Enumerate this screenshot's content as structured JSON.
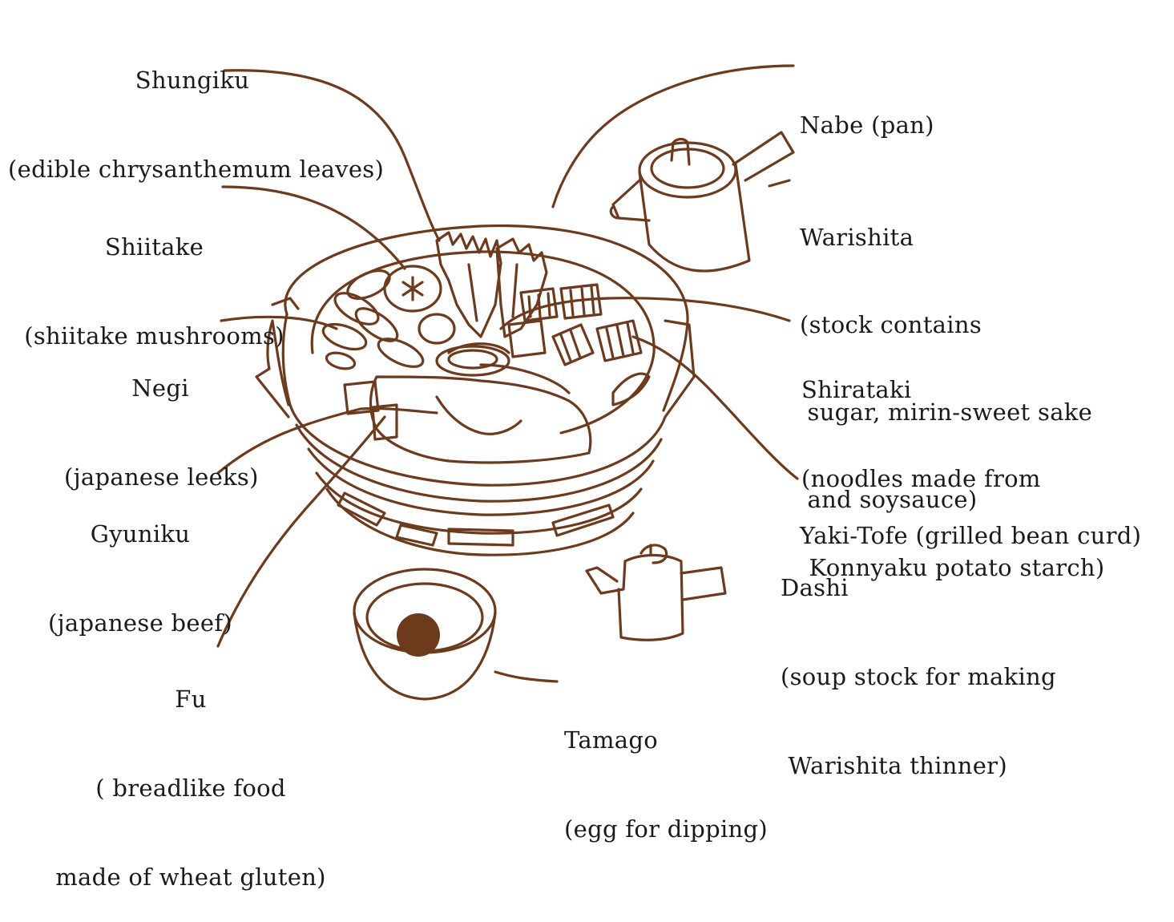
{
  "colors": {
    "ink": "#6e3a1c",
    "text": "#1a1a1a",
    "background": "#ffffff"
  },
  "icons": [
    "sukiyaki-pot-illustration",
    "warishita-saucepan-icon",
    "dashi-pitcher-icon",
    "tamago-bowl-icon"
  ],
  "labels": {
    "shungiku": {
      "name": "Shungiku",
      "desc": [
        "(edible chrysanthemum leaves)"
      ]
    },
    "shiitake": {
      "name": "Shiitake",
      "desc": [
        "(shiitake mushrooms)"
      ]
    },
    "negi": {
      "name": "Negi",
      "desc": [
        "(japanese leeks)"
      ]
    },
    "gyuniku": {
      "name": "Gyuniku",
      "desc": [
        "(japanese beef)"
      ]
    },
    "fu": {
      "name": "Fu",
      "desc": [
        "( breadlike food",
        "made of wheat gluten)"
      ]
    },
    "nabe": {
      "name": "Nabe (pan)"
    },
    "warishita": {
      "name": "Warishita",
      "desc": [
        "(stock contains",
        " sugar, mirin-sweet sake",
        " and soysauce)"
      ]
    },
    "shirataki": {
      "name": "Shirataki",
      "desc": [
        "(noodles made from",
        " Konnyaku potato starch)"
      ]
    },
    "yakitofu": {
      "name": "Yaki-Tofe (grilled bean curd)"
    },
    "dashi": {
      "name": "Dashi",
      "desc": [
        "(soup stock for making",
        " Warishita thinner)"
      ]
    },
    "tamago": {
      "name": "Tamago",
      "desc": [
        "(egg for dipping)"
      ]
    }
  }
}
